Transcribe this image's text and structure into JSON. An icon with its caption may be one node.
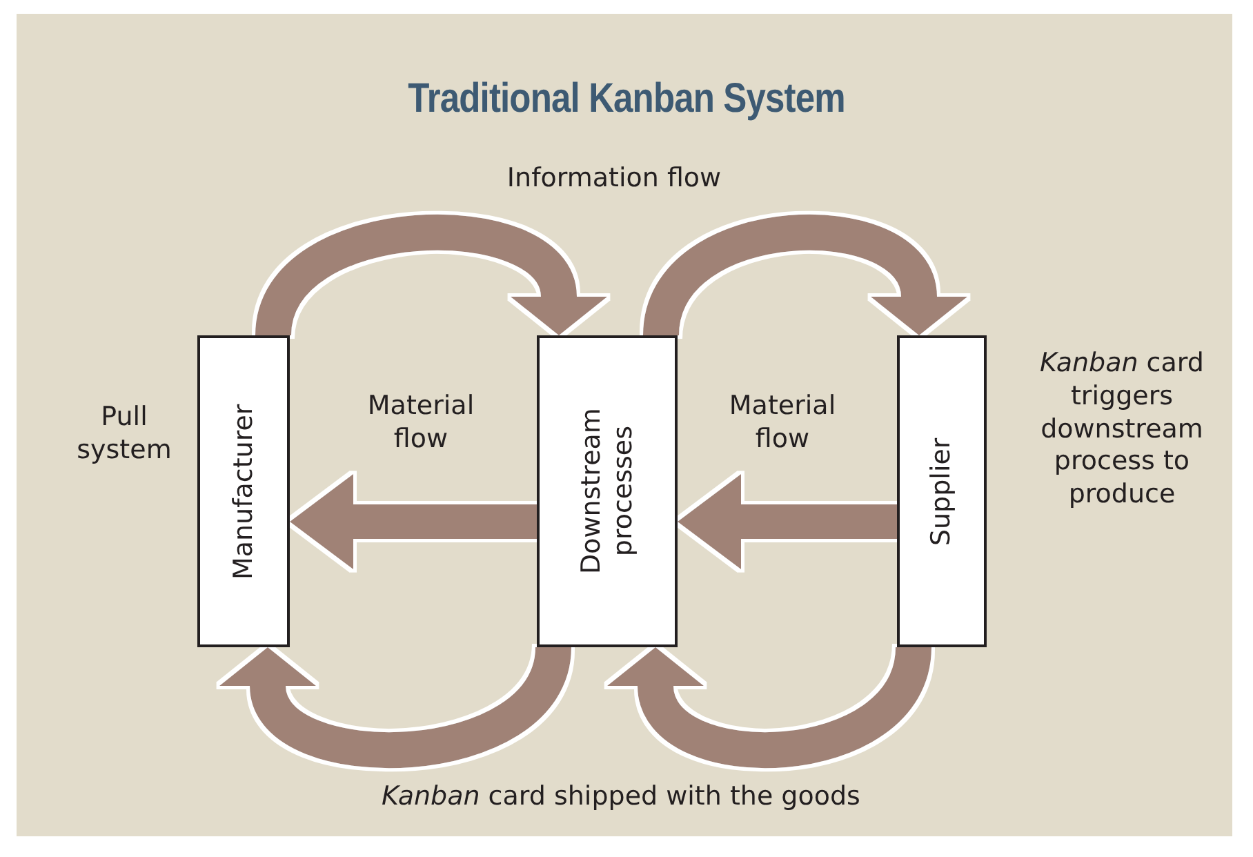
{
  "diagram": {
    "title": "Traditional Kanban System",
    "nodes": [
      {
        "text": [
          "Manufacturer"
        ]
      },
      {
        "text": [
          "Downstream processes"
        ]
      },
      {
        "text": [
          "Supplier"
        ]
      }
    ],
    "edges": [
      {
        "from": 0,
        "to": 1,
        "arrow": "to"
      },
      {
        "from": 1,
        "to": 2,
        "arrow": "to"
      },
      {
        "from": 1,
        "to": 0,
        "arrow": "to"
      },
      {
        "from": 2,
        "to": 1,
        "arrow": "to"
      },
      {
        "from": 1,
        "to": 0,
        "arrow": "to"
      },
      {
        "from": 2,
        "to": 1,
        "arrow": "to"
      }
    ],
    "labels": [
      "Information flow",
      "Pull system",
      "Material flow",
      "Material flow",
      "*Kanban* card triggers downstream process to produce",
      "*Kanban* card shipped with the goods"
    ]
  }
}
